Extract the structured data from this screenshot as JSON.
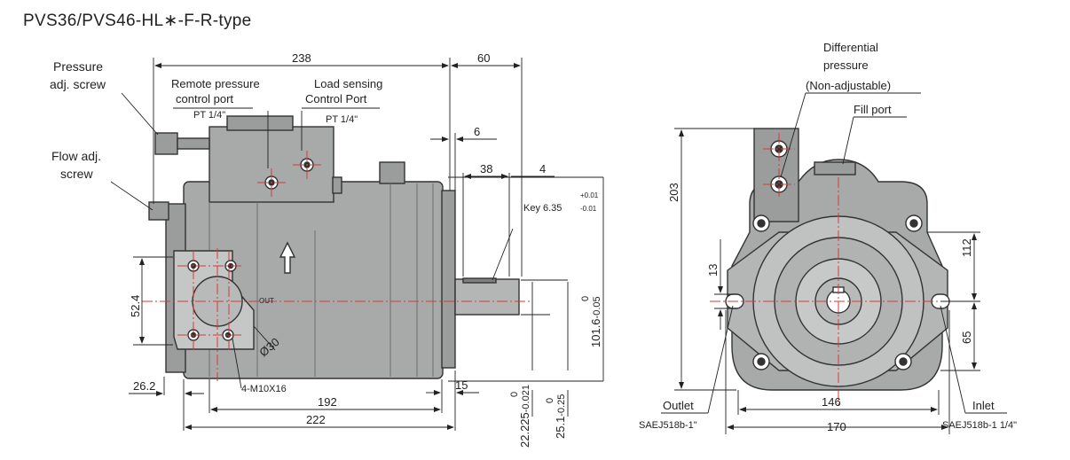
{
  "title": "PVS36/PVS46-HL∗-F-R-type",
  "side_view": {
    "labels": {
      "pressure_screw": [
        "Pressure",
        "adj. screw"
      ],
      "flow_screw": [
        "Flow adj.",
        "screw"
      ],
      "remote_port": [
        "Remote pressure",
        "control port"
      ],
      "remote_port_thread": "PT 1/4\"",
      "load_port": [
        "Load sensing",
        "Control Port"
      ],
      "load_port_thread": "PT 1/4\"",
      "out_mark": "OUT",
      "key": "Key 6.35",
      "key_tol_upper": "+0.01",
      "key_tol_lower": "-0.01",
      "bolts": "4-M10X16"
    },
    "dims": {
      "d238": "238",
      "d60": "60",
      "d6": "6",
      "d38": "38",
      "d4": "4",
      "d524": "52.4",
      "d30": "Ø30",
      "d262": "26.2",
      "d192": "192",
      "d222": "222",
      "d15": "15",
      "d22225_nom": "22.225",
      "d22225_tol": "-0.021",
      "d22225_up": "0",
      "d251_nom": "25.1",
      "d251_tol": "-0.25",
      "d251_up": "0",
      "d1016_nom": "101.6",
      "d1016_tol": "-0.05",
      "d1016_up": "0"
    }
  },
  "front_view": {
    "labels": {
      "diff_pressure": [
        "Differential",
        "pressure",
        "(Non-adjustable)"
      ],
      "fill_port": "Fill port",
      "outlet": "Outlet",
      "outlet_spec": "SAEJ518b-1\"",
      "inlet": "Inlet",
      "inlet_spec": "SAEJ518b-1 1/4\""
    },
    "dims": {
      "d203": "203",
      "d13": "13",
      "d112": "112",
      "d65": "65",
      "d146": "146",
      "d170": "170"
    }
  }
}
